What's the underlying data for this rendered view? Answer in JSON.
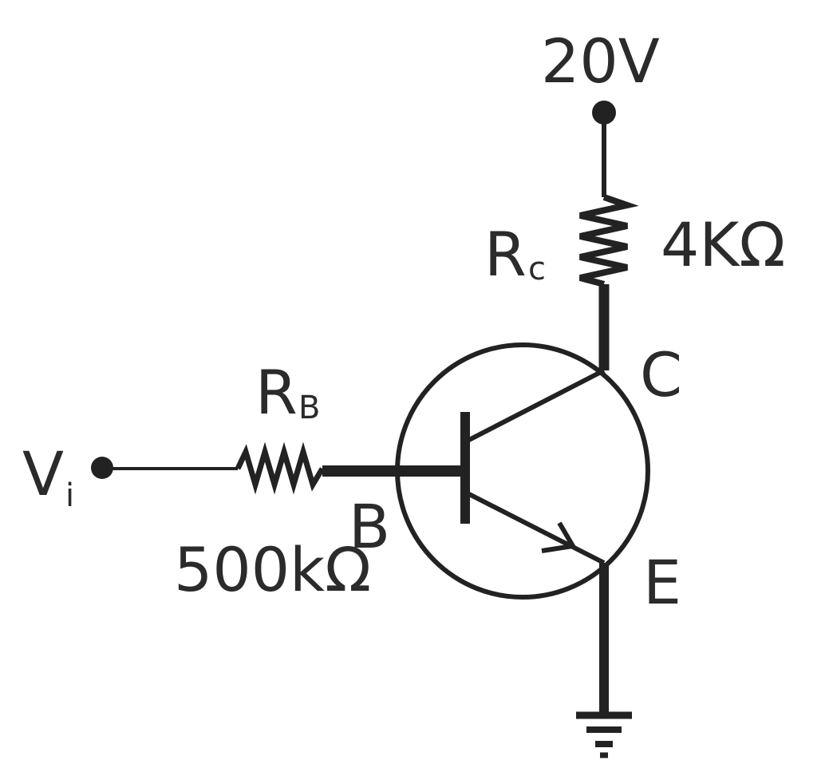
{
  "supply": {
    "label": "20V"
  },
  "collector_resistor": {
    "symbol": "R",
    "subscript": "c",
    "value": "4KΩ"
  },
  "base_resistor": {
    "symbol": "R",
    "subscript": "B",
    "value": "500kΩ"
  },
  "input": {
    "symbol": "V",
    "subscript": "i"
  },
  "terminals": {
    "collector": "C",
    "base": "B",
    "emitter": "E"
  }
}
